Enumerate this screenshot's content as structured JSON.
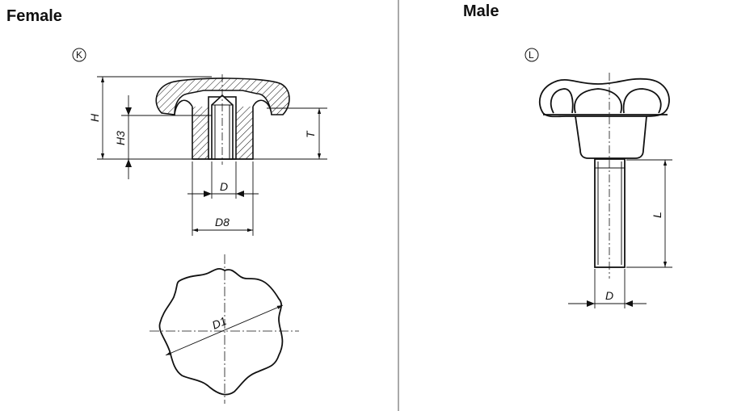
{
  "headings": {
    "female": "Female",
    "male": "Male"
  },
  "variant_markers": {
    "female": "K",
    "male": "L"
  },
  "dimension_labels": {
    "H": "H",
    "H3": "H3",
    "T": "T",
    "D_female": "D",
    "D8": "D8",
    "D1": "D1",
    "L": "L",
    "D_male": "D"
  },
  "colors": {
    "line": "#111111",
    "divider": "#555555"
  }
}
